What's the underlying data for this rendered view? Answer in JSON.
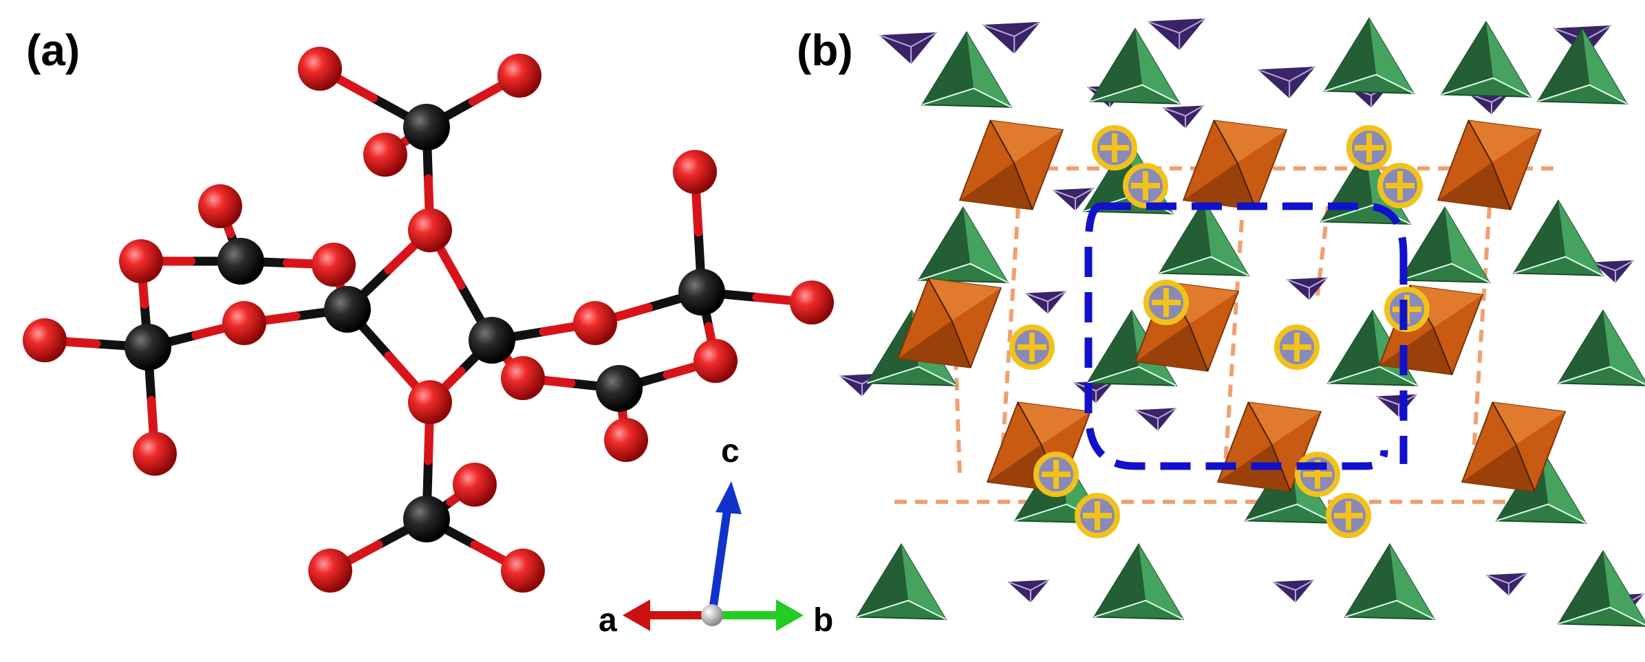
{
  "panels": {
    "a": {
      "label": "(a)"
    },
    "b": {
      "label": "(b)"
    }
  },
  "axes": {
    "a": "a",
    "b": "b",
    "c": "c"
  },
  "colors": {
    "oxygen": "#e8141b",
    "carbon": "#1c1c1c",
    "tetra_green": "#2f7d45",
    "tetra_purple": "#3a2466",
    "octa_orange": "#c85a12",
    "cation_fill": "#8a8ab8",
    "cation_ring": "#f2c21b",
    "cell_dash": "#1111cc",
    "bond_dash": "#f0a070",
    "axis_a": "#cc1111",
    "axis_b": "#22cc22",
    "axis_c": "#1133cc"
  }
}
